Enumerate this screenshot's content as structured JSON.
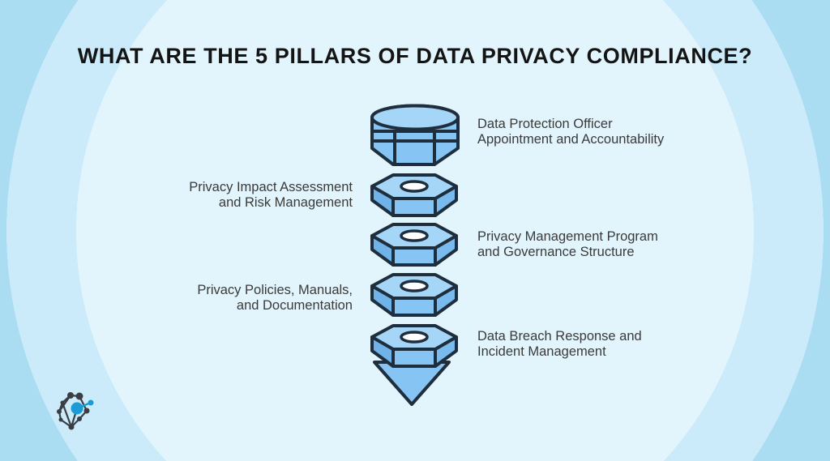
{
  "title": "WHAT ARE THE 5 PILLARS OF DATA PRIVACY COMPLIANCE?",
  "pillars": [
    {
      "side": "right",
      "line1": "Data Protection Officer",
      "line2": "Appointment and Accountability",
      "label": "Data Protection Officer Appointment and Accountability"
    },
    {
      "side": "left",
      "line1": "Privacy Impact Assessment",
      "line2": "and Risk Management",
      "label": "Privacy Impact Assessment and Risk Management"
    },
    {
      "side": "right",
      "line1": "Privacy Management Program",
      "line2": "and Governance Structure",
      "label": "Privacy Management Program and Governance Structure"
    },
    {
      "side": "left",
      "line1": "Privacy Policies, Manuals,",
      "line2": "and Documentation",
      "label": "Privacy Policies, Manuals, and Documentation"
    },
    {
      "side": "right",
      "line1": "Data Breach Response and",
      "line2": "Incident Management",
      "label": "Data Breach Response and Incident Management"
    }
  ],
  "illustration": {
    "type": "screw-stack",
    "pieces": [
      "screw-head",
      "hex-nut",
      "hex-nut",
      "hex-nut",
      "hex-nut-with-tip"
    ]
  },
  "colors": {
    "background_outer": "#aaddf2",
    "background_mid": "#cbeafa",
    "background_inner": "#e2f5fd",
    "shape_fill": "#85c4f3",
    "shape_top_face": "#a5d6f7",
    "shape_left_face": "#6fb3e9",
    "shape_right_face": "#79bbee",
    "shape_outline": "#1f2e3c",
    "hole_fill": "#ffffff",
    "title_text": "#141414",
    "label_text": "#3a3a3a",
    "logo_blue": "#1b9bd5",
    "logo_dark": "#3a3e43"
  }
}
